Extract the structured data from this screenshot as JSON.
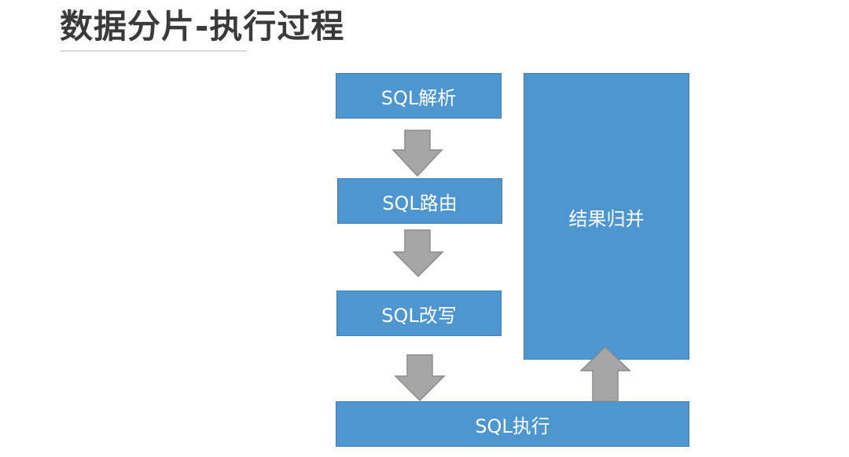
{
  "page": {
    "title": "数据分片-执行过程"
  },
  "diagram": {
    "steps": {
      "parse": "SQL解析",
      "route": "SQL路由",
      "rewrite": "SQL改写",
      "execute": "SQL执行",
      "merge": "结果归并"
    },
    "colors": {
      "box_fill": "#4d96cf",
      "box_border": "#3f7fb3",
      "arrow_fill": "#a6a6a6",
      "arrow_stroke": "#8c8c8c",
      "title_text": "#3a3a3a"
    }
  }
}
